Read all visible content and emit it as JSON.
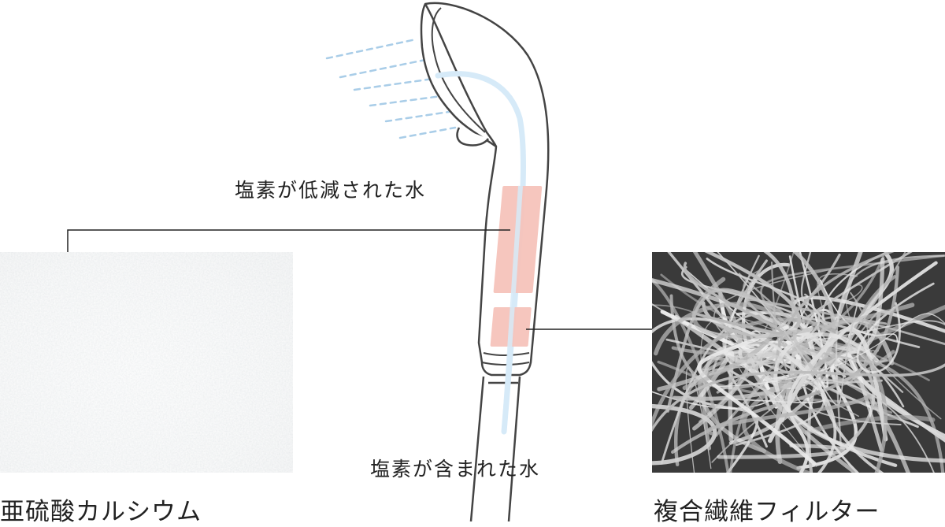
{
  "labels": {
    "treated_water": "塩素が低減された水",
    "source_water": "塩素が含まれた水",
    "calcium_sulfite": "亜硫酸カルシウム",
    "composite_fiber_filter": "複合繊維フィルター"
  },
  "colors": {
    "outline": "#444444",
    "water_channel": "#d6eaf8",
    "spray": "#a9cde8",
    "filter_block": "#f6c3bb",
    "connector": "#222222",
    "calcium_base": "#dcdfe1",
    "fiber_dark": "#3a3a3a",
    "fiber_light": "#e6e6e6"
  }
}
